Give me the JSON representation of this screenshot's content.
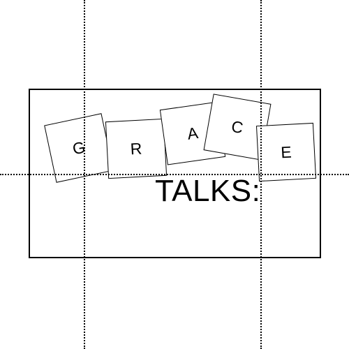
{
  "tiles": [
    {
      "letter": "G"
    },
    {
      "letter": "R"
    },
    {
      "letter": "A"
    },
    {
      "letter": "C"
    },
    {
      "letter": "E"
    }
  ],
  "headline": "TALKS:",
  "colors": {
    "background": "#ffffff",
    "ink": "#000000"
  }
}
